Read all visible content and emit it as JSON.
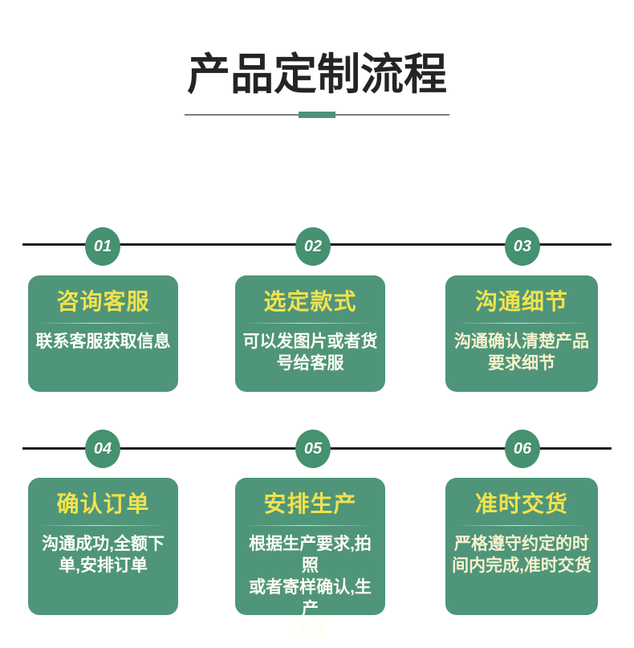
{
  "page": {
    "title": "产品定制流程"
  },
  "colors": {
    "card_green": "#4f9579",
    "badge_green": "#459170",
    "accent_green": "#4c9277",
    "title_yellow": "#f1e24e",
    "heading_black": "#242424",
    "connector_black": "#1b1b1b",
    "rule_gray": "#7d7d7d",
    "desc_white": "#ffffff",
    "desc_cream": "#f7f2cf"
  },
  "steps": [
    {
      "number": "01",
      "title": "咨询客服",
      "description": "联系客服获取信息"
    },
    {
      "number": "02",
      "title": "选定款式",
      "description": "可以发图片或者货\n号给客服"
    },
    {
      "number": "03",
      "title": "沟通细节",
      "description": "沟通确认清楚产品\n要求细节"
    },
    {
      "number": "04",
      "title": "确认订单",
      "description": "沟通成功,全额下\n单,安排订单"
    },
    {
      "number": "05",
      "title": "安排生产",
      "description": "根据生产要求,拍照\n或者寄样确认,生产\n大货"
    },
    {
      "number": "06",
      "title": "准时交货",
      "description": "严格遵守约定的时\n间内完成,准时交货"
    }
  ]
}
